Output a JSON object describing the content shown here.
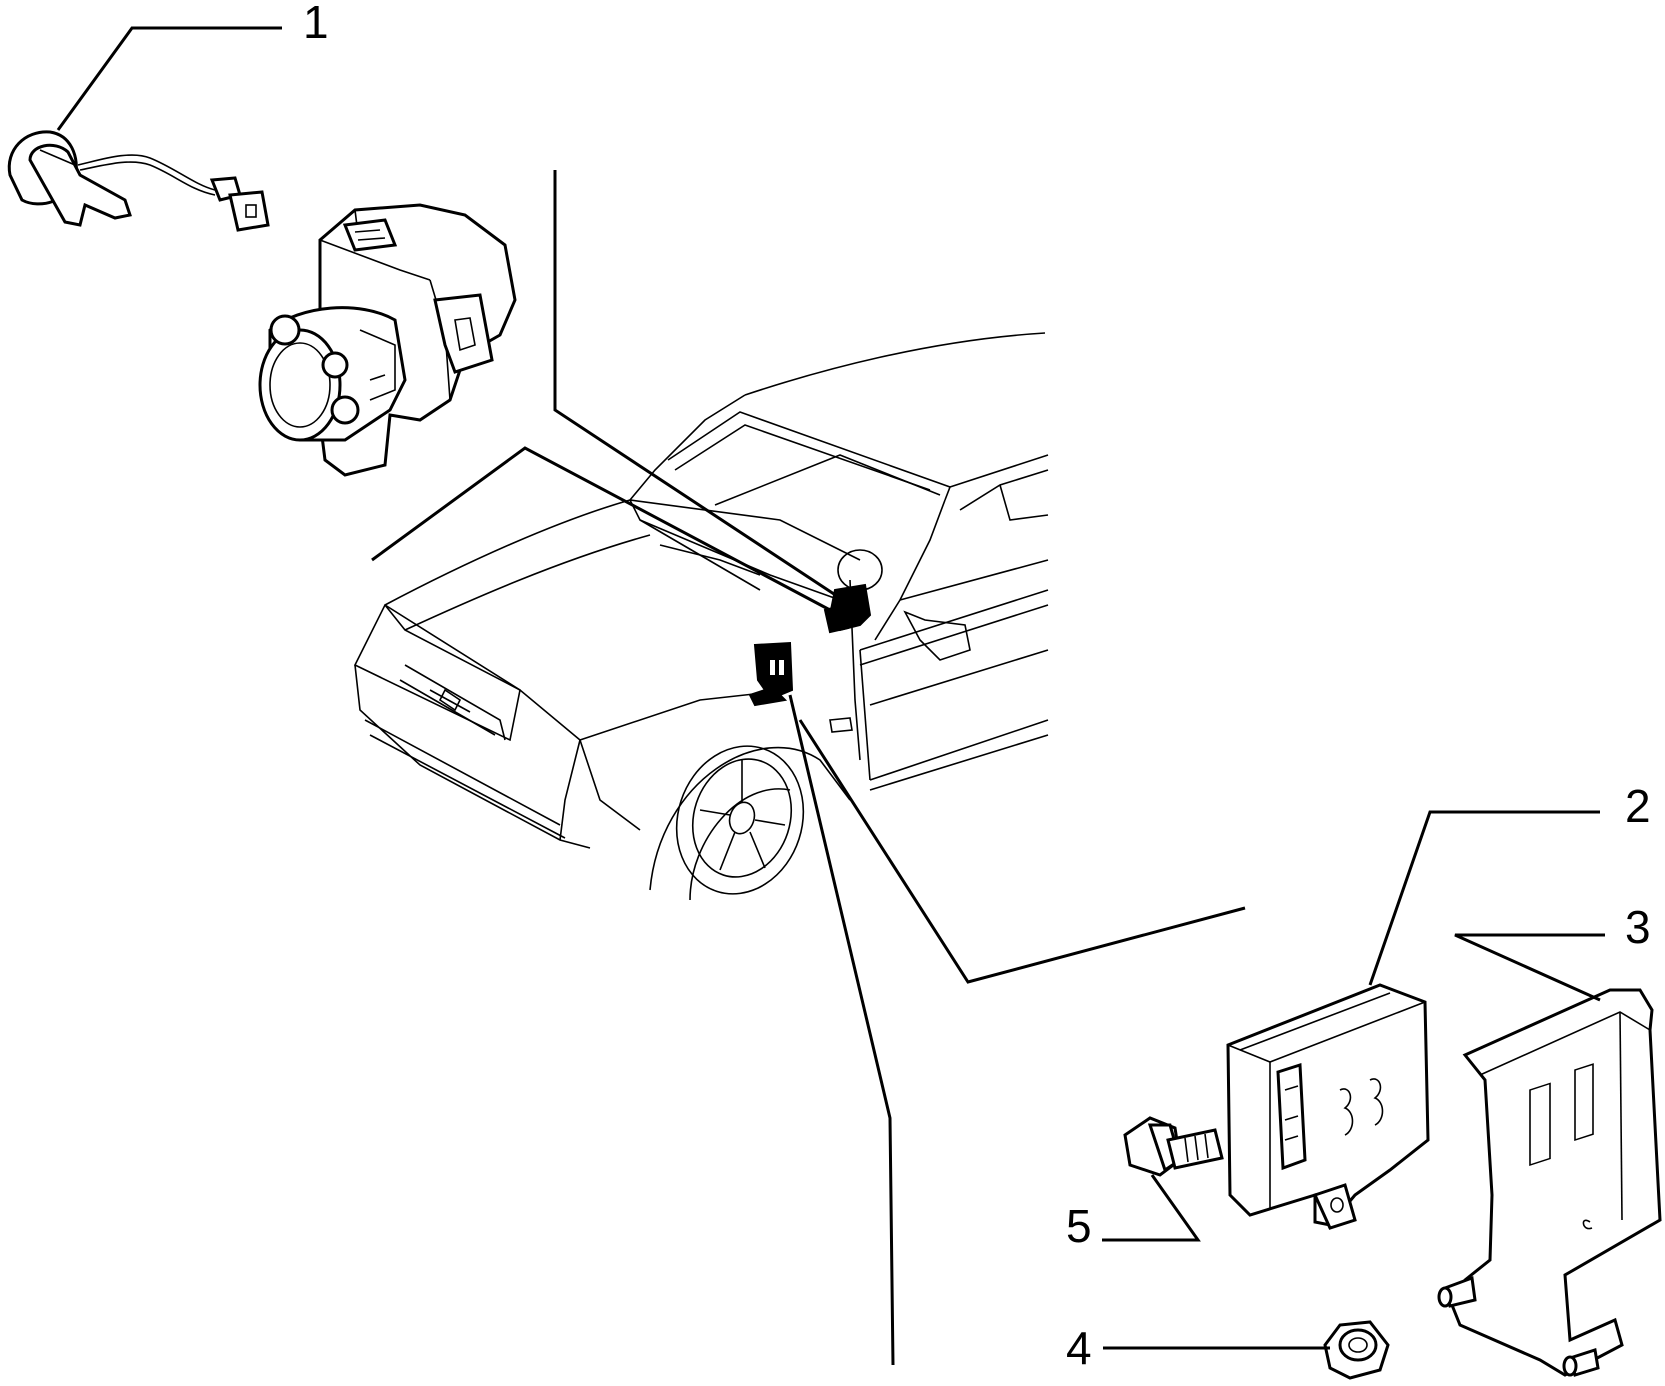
{
  "callouts": [
    {
      "id": "1",
      "label": "1"
    },
    {
      "id": "2",
      "label": "2"
    },
    {
      "id": "3",
      "label": "3"
    },
    {
      "id": "4",
      "label": "4"
    },
    {
      "id": "5",
      "label": "5"
    }
  ],
  "icons": {
    "car": "car-outline-icon",
    "immobilizer_ring": "antenna-ring-icon",
    "ignition_switch": "ignition-switch-icon",
    "control_unit": "control-unit-icon",
    "bracket": "bracket-icon",
    "bolt": "bolt-icon",
    "nut": "nut-icon"
  }
}
